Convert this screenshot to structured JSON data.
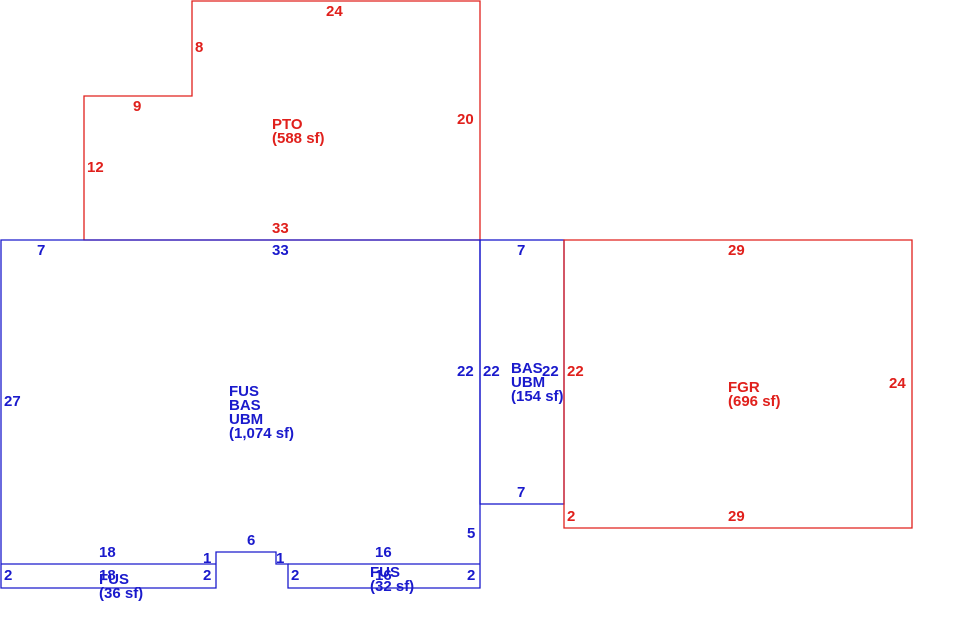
{
  "colors": {
    "porch": "#e0201c",
    "living": "#1a1acc",
    "background": "#ffffff"
  },
  "pto": {
    "name": "PTO",
    "area": "(588 sf)",
    "dims": {
      "top": "24",
      "step": "8",
      "ledge": "9",
      "left": "12",
      "right": "20",
      "bottom": "33"
    }
  },
  "main": {
    "codes": [
      "FUS",
      "BAS",
      "UBM"
    ],
    "area": "(1,074 sf)",
    "dims": {
      "top_left": "7",
      "top": "33",
      "left": "27",
      "right": "22",
      "bump_right": "5",
      "notch_top": "6",
      "notch_left": "1",
      "notch_right": "1"
    }
  },
  "bas": {
    "codes": [
      "BAS",
      "UBM"
    ],
    "area": "(154 sf)",
    "dims": {
      "top": "7",
      "left": "22",
      "right": "22",
      "bottom": "7"
    }
  },
  "fgr": {
    "name": "FGR",
    "area": "(696 sf)",
    "dims": {
      "top": "29",
      "left": "22",
      "right": "24",
      "bottom": "29",
      "corner": "2"
    }
  },
  "fus_left": {
    "name": "FUS",
    "area": "(36 sf)",
    "dims": {
      "top": "18",
      "bottom": "18",
      "left": "2",
      "right": "2"
    }
  },
  "fus_right": {
    "name": "FUS",
    "area": "(32 sf)",
    "dims": {
      "top": "16",
      "bottom": "16",
      "left": "2",
      "right": "2"
    }
  }
}
